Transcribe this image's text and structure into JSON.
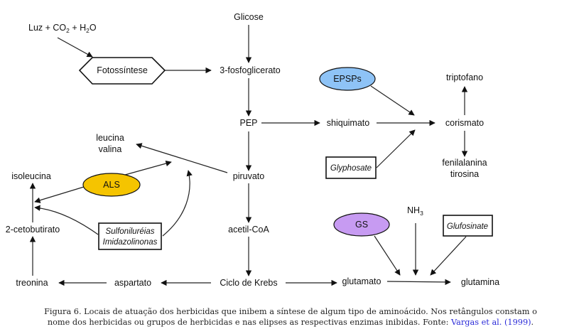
{
  "nodes": {
    "luz": {
      "prefix": "Luz + CO",
      "sub1": "2",
      "mid": " + H",
      "sub2": "2",
      "suffix": "O"
    },
    "fotossintese": "Fotossíntese",
    "glicose": "Glicose",
    "fosfoglicerato": "3-fosfoglicerato",
    "pep": "PEP",
    "piruvato": "piruvato",
    "acetil_coa": "acetil-CoA",
    "ciclo_krebs": "Ciclo de Krebs",
    "aspartato": "aspartato",
    "treonina": "treonina",
    "cetobutirato": "2-cetobutirato",
    "isoleucina": "isoleucina",
    "leucina": "leucina",
    "valina": "valina",
    "shiquimato": "shiquimato",
    "corismato": "corismato",
    "triptofano": "triptofano",
    "fenilalanina": "fenilalanina",
    "tirosina": "tirosina",
    "glutamato": "glutamato",
    "glutamina": "glutamina",
    "nh3": {
      "base": "NH",
      "sub": "3"
    }
  },
  "enzymes": [
    {
      "id": "epsps",
      "label": "EPSPs",
      "color": "#8ec3f6"
    },
    {
      "id": "als",
      "label": "ALS",
      "color": "#f5c400"
    },
    {
      "id": "gs",
      "label": "GS",
      "color": "#c79bf2"
    }
  ],
  "herbicides": {
    "glyphosate": "Glyphosate",
    "sulfonilureias": "Sulfoniluréias",
    "imidazolinonas": "Imidazolinonas",
    "glufosinate": "Glufosinate"
  },
  "caption": {
    "line1": "Figura 6. Locais de atuação dos herbicidas que inibem a síntese de algum tipo de aminoácido. Nos retângulos constam o",
    "line2_prefix": "nome dos herbicidas ou grupos de herbicidas e nas elipses as respectivas enzimas inibidas. Fonte: ",
    "reference": "Vargas et al. (1999)",
    "line2_suffix": "."
  }
}
